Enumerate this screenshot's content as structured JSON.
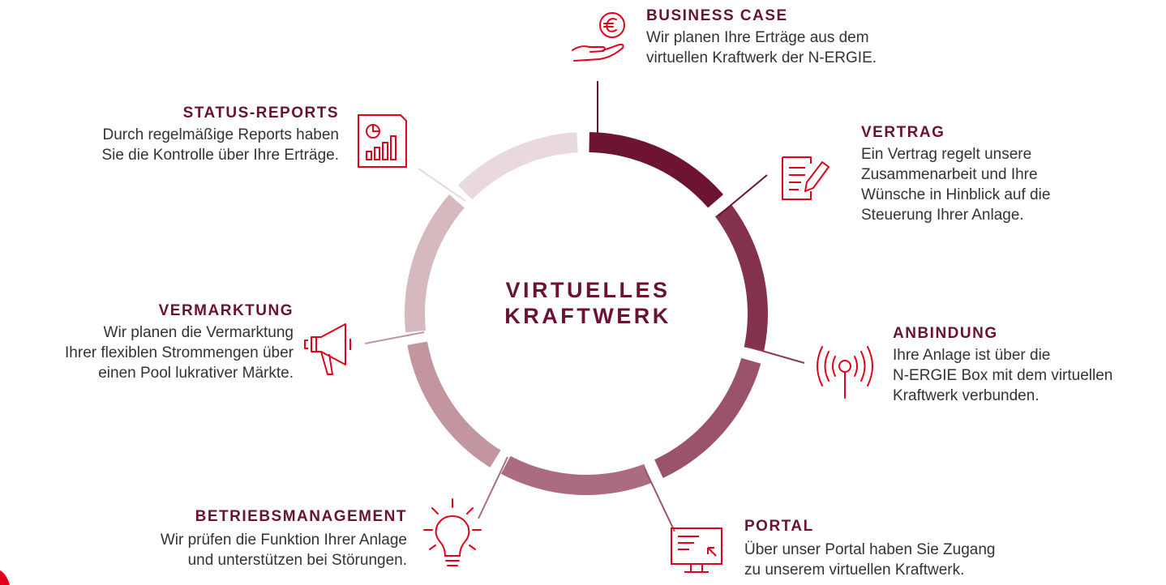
{
  "center": {
    "line1": "VIRTUELLES",
    "line2": "KRAFTWERK"
  },
  "colors": {
    "title": "#6b1232",
    "icon": "#e3001b",
    "text": "#333333"
  },
  "ring_segments": [
    {
      "name": "vertrag",
      "color": "#6d1334"
    },
    {
      "name": "anbindung",
      "color": "#83314d"
    },
    {
      "name": "portal",
      "color": "#9b5369"
    },
    {
      "name": "betriebsmanagement",
      "color": "#ab6c81"
    },
    {
      "name": "vermarktung",
      "color": "#c2959f"
    },
    {
      "name": "status-reports",
      "color": "#d6b9be"
    },
    {
      "name": "business-case",
      "color": "#ead9dc"
    }
  ],
  "steps": {
    "business_case": {
      "title": "BUSINESS CASE",
      "lines": [
        "Wir planen Ihre Erträge aus dem",
        "virtuellen Kraftwerk der N-ERGIE."
      ],
      "icon": "euro-hand-icon"
    },
    "vertrag": {
      "title": "VERTRAG",
      "lines": [
        "Ein Vertrag regelt unsere",
        "Zusammenarbeit und Ihre",
        "Wünsche in Hinblick auf die",
        "Steuerung Ihrer Anlage."
      ],
      "icon": "contract-pen-icon"
    },
    "anbindung": {
      "title": "ANBINDUNG",
      "lines": [
        "Ihre Anlage ist über die",
        "N-ERGIE Box mit dem virtuellen",
        "Kraftwerk verbunden."
      ],
      "icon": "antenna-signal-icon"
    },
    "portal": {
      "title": "PORTAL",
      "lines": [
        "Über unser Portal haben Sie Zugang",
        "zu unserem virtuellen Kraftwerk."
      ],
      "icon": "monitor-cursor-icon"
    },
    "betriebsmanagement": {
      "title": "BETRIEBSMANAGEMENT",
      "lines": [
        "Wir prüfen die Funktion Ihrer Anlage",
        "und unterstützen bei Störungen."
      ],
      "icon": "lightbulb-icon"
    },
    "vermarktung": {
      "title": "VERMARKTUNG",
      "lines": [
        "Wir planen die Vermarktung",
        "Ihrer flexiblen Strommengen über",
        "einen Pool lukrativer Märkte."
      ],
      "icon": "megaphone-icon"
    },
    "status_reports": {
      "title": "STATUS-REPORTS",
      "lines": [
        "Durch regelmäßige Reports haben",
        "Sie die Kontrolle über Ihre Erträge."
      ],
      "icon": "report-chart-icon"
    }
  }
}
